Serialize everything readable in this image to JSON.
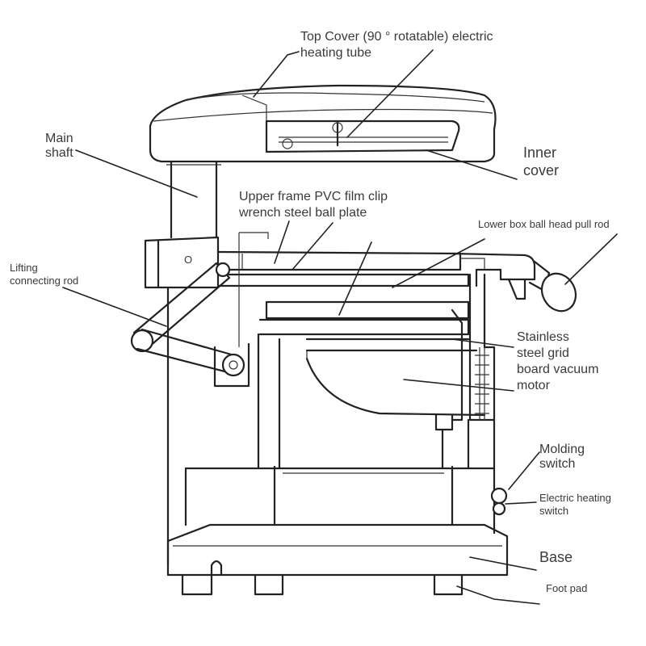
{
  "labels": {
    "top_cover_line1": "Top Cover (90 ° rotatable) electric",
    "top_cover_line2": "heating tube",
    "main_shaft_line1": "Main",
    "main_shaft_line2": "shaft",
    "inner_cover_line1": "Inner",
    "inner_cover_line2": "cover",
    "upper_frame_line1": "Upper frame PVC film clip",
    "upper_frame_line2": "wrench steel ball plate",
    "lower_box": "Lower box ball head pull rod",
    "lifting_line1": "Lifting",
    "lifting_line2": "connecting rod",
    "stainless_line1": "Stainless",
    "stainless_line2": "steel grid",
    "stainless_line3": "board vacuum",
    "stainless_line4": "motor",
    "molding_line1": "Molding",
    "molding_line2": "switch",
    "heating_switch_line1": "Electric heating",
    "heating_switch_line2": "switch",
    "base": "Base",
    "foot_pad": "Foot pad",
    "bracket_mark": "O"
  }
}
